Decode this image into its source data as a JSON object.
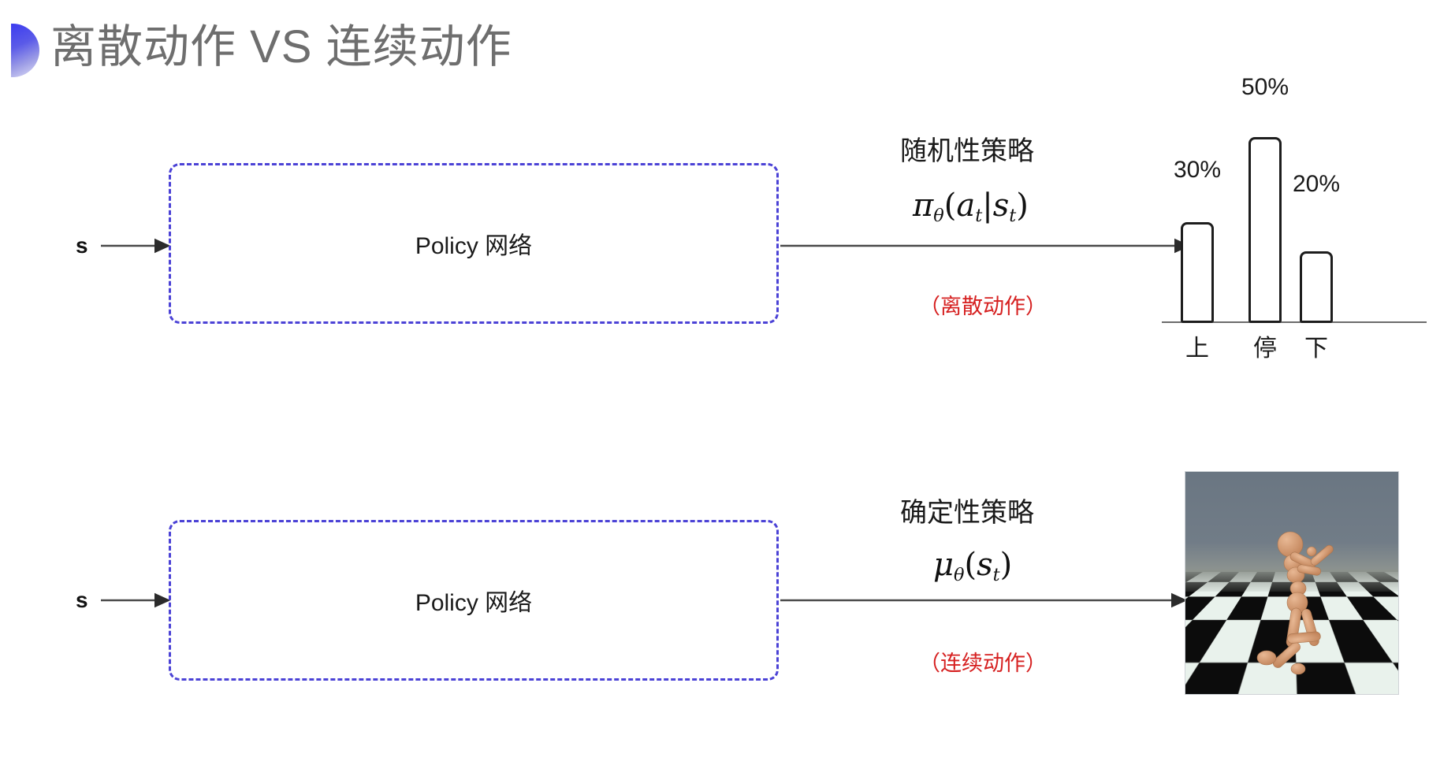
{
  "slide": {
    "title": "离散动作 VS 连续动作",
    "bullet_icon": "half-circle-bullet",
    "background_color": "#ffffff",
    "title_color": "#6e6e6e",
    "accent_color": "#4b42d6",
    "note_color": "#d62020"
  },
  "rows": [
    {
      "id": "discrete",
      "input_label": "s",
      "box_label": "Policy 网络",
      "policy_kind": "随机性策略",
      "formula_plain": "π_θ(a_t|s_t)",
      "formula_parts": {
        "head": "π",
        "head_sub": "θ",
        "open": "(",
        "arg1": "a",
        "arg1_sub": "t",
        "bar": "|",
        "arg2": "s",
        "arg2_sub": "t",
        "close": ")"
      },
      "note": "（离散动作）",
      "output_kind": "bar-chart"
    },
    {
      "id": "continuous",
      "input_label": "s",
      "box_label": "Policy 网络",
      "policy_kind": "确定性策略",
      "formula_plain": "μ_θ(s_t)",
      "formula_parts": {
        "head": "μ",
        "head_sub": "θ",
        "open": "(",
        "arg1": "s",
        "arg1_sub": "t",
        "close": ")"
      },
      "note": "（连续动作）",
      "output_kind": "humanoid-simulation-image"
    }
  ],
  "chart_data": {
    "type": "bar",
    "title": "",
    "categories": [
      "上",
      "停",
      "下"
    ],
    "values": [
      30,
      50,
      20
    ],
    "value_labels": [
      "30%",
      "50%",
      "20%"
    ],
    "xlabel": "",
    "ylabel": "",
    "ylim": [
      0,
      55
    ],
    "grid": false,
    "legend": "none",
    "bar_style": "hollow-outline",
    "bar_stroke_color": "#1d1d1d",
    "bar_fill_color": "#ffffff"
  },
  "sim_image": {
    "alt": "MuJoCo humanoid kneeling on a black-and-white checkerboard floor with grey sky",
    "sky_color": "#6d7884",
    "floor_colors": [
      "#0c0c0c",
      "#e9f2ec"
    ],
    "figure_color": "#d79b74"
  }
}
